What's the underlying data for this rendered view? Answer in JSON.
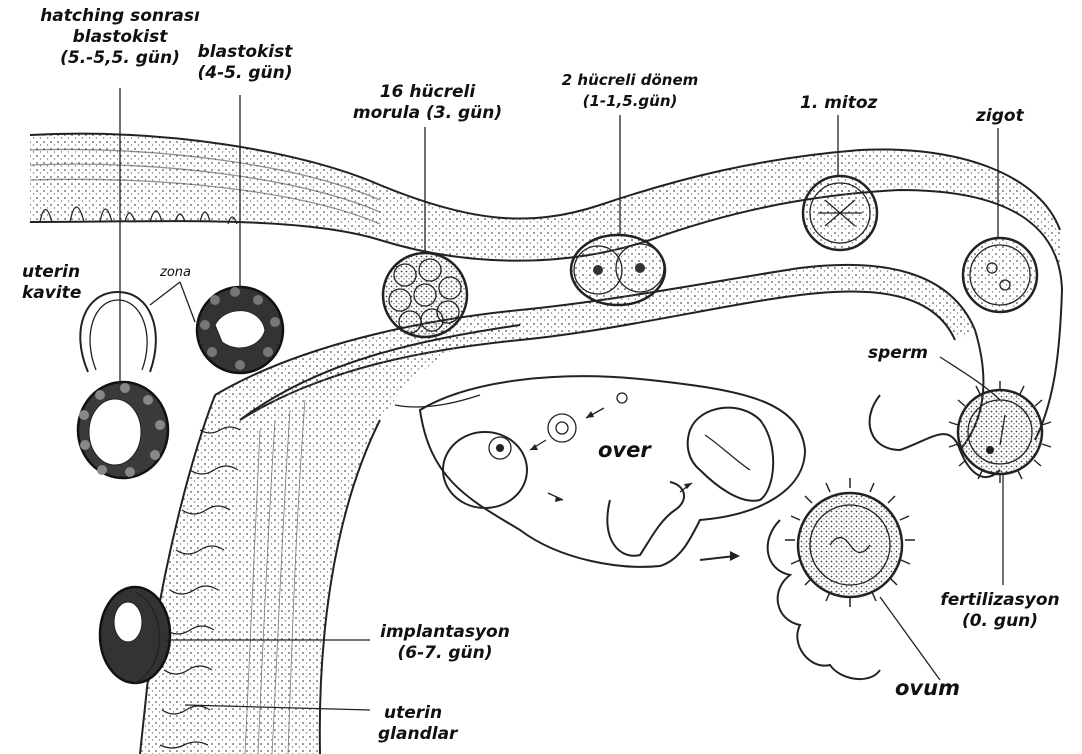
{
  "labels": {
    "hatching_line1": "hatching sonrası",
    "hatching_line2": "blastokist",
    "hatching_line3": "(5.-5,5. gün)",
    "blastokist_line1": "blastokist",
    "blastokist_line2": "(4-5. gün)",
    "morula_line1": "16 hücreli",
    "morula_line2": "morula (3. gün)",
    "two_cell_line1": "2 hücreli dönem",
    "two_cell_line2": "(1-1,5.gün)",
    "mitoz": "1. mitoz",
    "zigot": "zigot",
    "uterin_kavite_line1": "uterin",
    "uterin_kavite_line2": "kavite",
    "zona": "zona",
    "sperm": "sperm",
    "over": "over",
    "fertilizasyon_line1": "fertilizasyon",
    "fertilizasyon_line2": "(0. gun)",
    "implantasyon_line1": "implantasyon",
    "implantasyon_line2": "(6-7. gün)",
    "uterin_glandlar_line1": "uterin",
    "uterin_glandlar_line2": "glandlar",
    "ovum": "ovum"
  }
}
